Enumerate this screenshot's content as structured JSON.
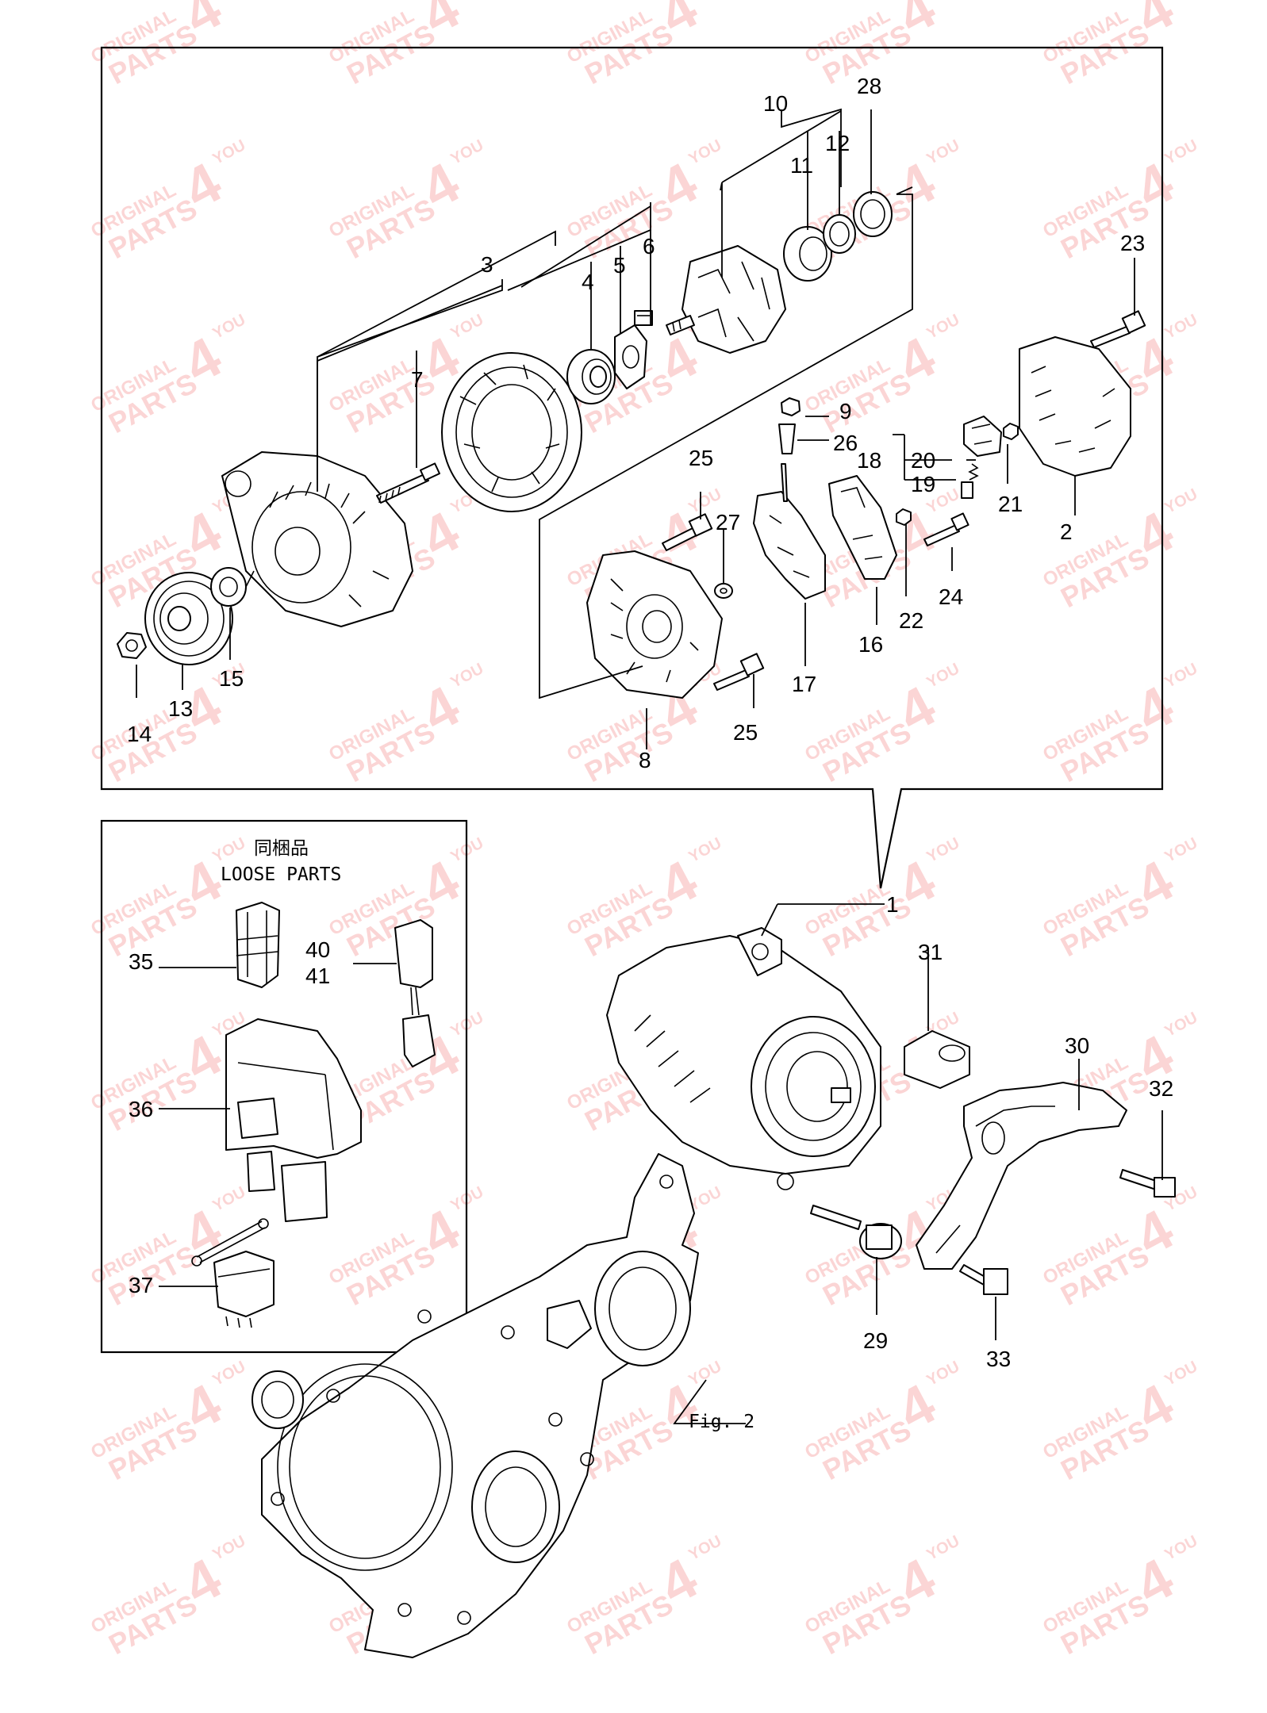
{
  "callouts": {
    "c1": "1",
    "c2": "2",
    "c3": "3",
    "c4": "4",
    "c5": "5",
    "c6": "6",
    "c7": "7",
    "c8": "8",
    "c9": "9",
    "c10": "10",
    "c11": "11",
    "c12": "12",
    "c13": "13",
    "c14": "14",
    "c15": "15",
    "c16": "16",
    "c17": "17",
    "c18": "18",
    "c19": "19",
    "c20": "20",
    "c21": "21",
    "c22": "22",
    "c23": "23",
    "c24": "24",
    "c25a": "25",
    "c25b": "25",
    "c26": "26",
    "c27": "27",
    "c28": "28",
    "c29": "29",
    "c30": "30",
    "c31": "31",
    "c32": "32",
    "c33": "33",
    "c35": "35",
    "c36": "36",
    "c37": "37",
    "c40": "40",
    "c41": "41"
  },
  "loose_parts": {
    "title_jp": "同梱品",
    "title_en": "LOOSE PARTS"
  },
  "figure_ref": "Fig. 2",
  "watermark": {
    "line1": "ORIGINAL",
    "line2": "PARTS",
    "mark": "4",
    "letters": "YOU",
    "color": "#e44444"
  }
}
